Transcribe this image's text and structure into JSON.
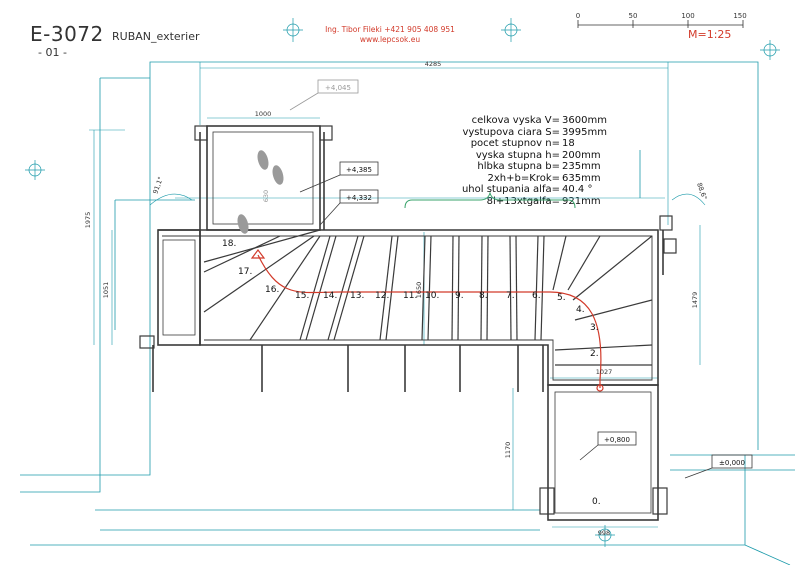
{
  "drawing": {
    "number": "E-3072",
    "name": "RUBAN_exterier",
    "sheet": "- 01 -",
    "author_line1": "Ing. Tibor Fileki +421 905 408 951",
    "author_line2": "www.lepcsok.eu",
    "scale": "M=1:25",
    "scale_ticks": [
      "0",
      "50",
      "100",
      "150"
    ]
  },
  "specs": [
    {
      "label": "celkova vyska V=",
      "value": "3600mm"
    },
    {
      "label": "vystupova ciara S=",
      "value": "3995mm"
    },
    {
      "label": "pocet stupnov n=",
      "value": "18"
    },
    {
      "label": "vyska stupna h=",
      "value": "200mm"
    },
    {
      "label": "hlbka stupna b=",
      "value": "235mm"
    },
    {
      "label": "2xh+b=Krok=",
      "value": "635mm"
    },
    {
      "label": "uhol stupania alfa=",
      "value": "40.4 °"
    },
    {
      "label": "8l+13xtgalfa=",
      "value": "921mm"
    }
  ],
  "levels": {
    "top_gray": "+4,045",
    "upper1": "+4,385",
    "upper2": "+4,332",
    "landing": "+0,800",
    "ground": "±0,000"
  },
  "dimensions": {
    "overall_width": "4285",
    "top_opening": "1000",
    "left_height_outer": "1975",
    "left_height_inner": "1051",
    "right_height": "1479",
    "center": "1650",
    "short_run": "1027",
    "lower_height": "1170",
    "bottom_width": "998",
    "angle_left": "91,1°",
    "angle_right": "88,6°",
    "small_630": "630"
  },
  "steps": [
    "0.",
    "2.",
    "3.",
    "4.",
    "5.",
    "6.",
    "7.",
    "8.",
    "9.",
    "10.",
    "11.",
    "12.",
    "13.",
    "14.",
    "15.",
    "16.",
    "17.",
    "18."
  ],
  "colors": {
    "drawing": "#3a3a3a",
    "dimension": "#1b9aaa",
    "accent": "#d23a2a",
    "bracket": "#3aa36b",
    "gray": "#9a9a9a"
  }
}
